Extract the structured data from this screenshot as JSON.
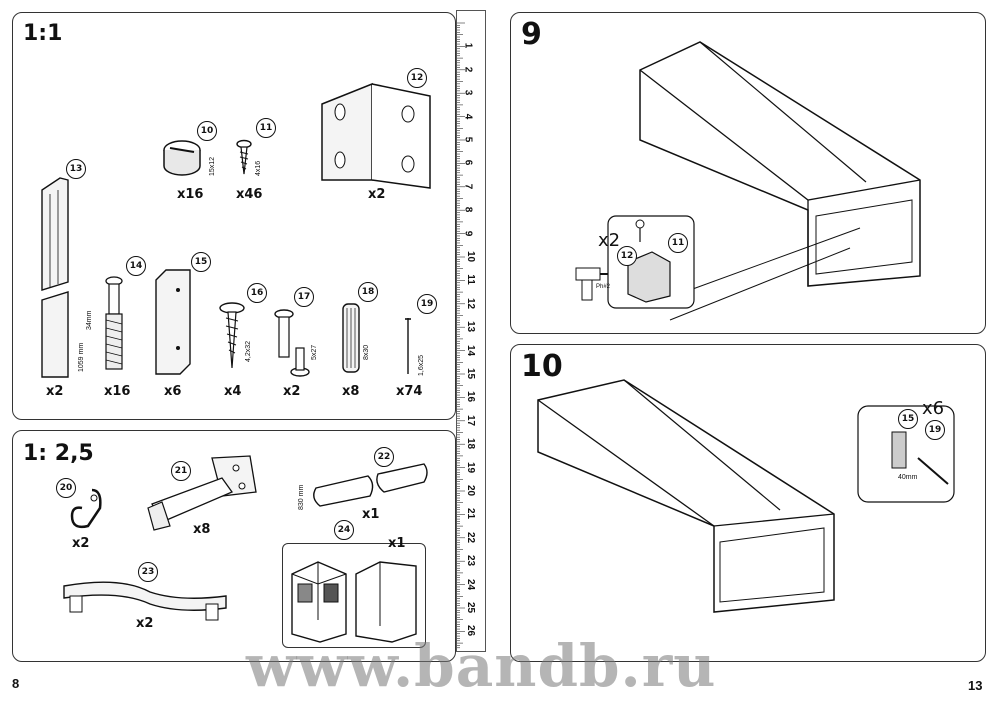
{
  "left_page": {
    "section1": {
      "scale": "1:1",
      "parts": [
        {
          "id": "10",
          "qty": "x16",
          "dim": "15x12"
        },
        {
          "id": "11",
          "qty": "x46",
          "dim": "4x16"
        },
        {
          "id": "12",
          "qty": "x2"
        },
        {
          "id": "13",
          "qty": "x2",
          "dim": "1059 mm"
        },
        {
          "id": "14",
          "qty": "x16",
          "dim": "34mm"
        },
        {
          "id": "15",
          "qty": "x6"
        },
        {
          "id": "16",
          "qty": "x4",
          "dim": "4,2x32"
        },
        {
          "id": "17",
          "qty": "x2",
          "dim": "5x27"
        },
        {
          "id": "18",
          "qty": "x8",
          "dim": "8x30"
        },
        {
          "id": "19",
          "qty": "x74",
          "dim": "1,6x25"
        }
      ]
    },
    "section2": {
      "scale": "1: 2,5",
      "parts": [
        {
          "id": "20",
          "qty": "x2"
        },
        {
          "id": "21",
          "qty": "x8"
        },
        {
          "id": "22",
          "qty": "x1",
          "dim": "830 mm"
        },
        {
          "id": "23",
          "qty": "x2"
        },
        {
          "id": "24",
          "qty": "x1"
        }
      ]
    },
    "page_number": "8"
  },
  "ruler": {
    "unit_marks": [
      "1",
      "2",
      "3",
      "4",
      "5",
      "6",
      "7",
      "8",
      "9",
      "10",
      "11",
      "12",
      "13",
      "14",
      "15",
      "16",
      "17",
      "18",
      "19",
      "20",
      "21",
      "22",
      "23",
      "24",
      "25",
      "26"
    ]
  },
  "right_page": {
    "step9": {
      "number": "9",
      "qty": "x2",
      "part_a": "12",
      "part_b": "11",
      "bit": "Ph#2"
    },
    "step10": {
      "number": "10",
      "qty": "x6",
      "part_a": "15",
      "part_b": "19",
      "dim": "40mm"
    },
    "page_number": "13"
  },
  "watermark": "www.bandb.ru"
}
